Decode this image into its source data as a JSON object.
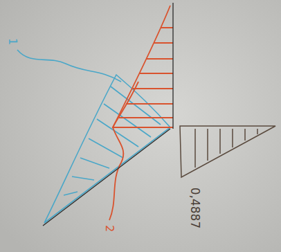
{
  "diagram": {
    "labels": [
      "0,4887",
      "2",
      "1"
    ]
  }
}
